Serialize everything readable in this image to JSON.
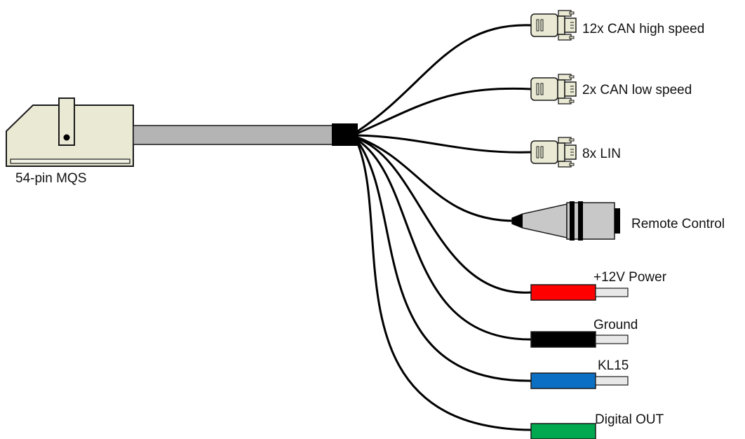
{
  "diagram": {
    "source_connector": {
      "label": "54-pin MQS"
    },
    "connectors": [
      {
        "id": "can-hs",
        "label": "12x CAN high speed",
        "type": "dsub"
      },
      {
        "id": "can-ls",
        "label": "2x CAN low speed",
        "type": "dsub"
      },
      {
        "id": "lin",
        "label": "8x LIN",
        "type": "dsub"
      },
      {
        "id": "remote",
        "label": "Remote Control",
        "type": "round-plug"
      },
      {
        "id": "power",
        "label": "+12V Power",
        "type": "banana-plug",
        "color": "#ff0000"
      },
      {
        "id": "ground",
        "label": "Ground",
        "type": "banana-plug",
        "color": "#000000"
      },
      {
        "id": "kl15",
        "label": "KL15",
        "type": "banana-plug",
        "color": "#0b6fc4"
      },
      {
        "id": "digout",
        "label": "Digital OUT",
        "type": "banana-plug",
        "color": "#00a94f"
      }
    ],
    "colors": {
      "cable": "#b4b4b4",
      "connector_body": "#e9e9d4",
      "outline": "#1a1a1a",
      "wire": "#000000",
      "plug_gray": "#c8c8c8"
    }
  }
}
